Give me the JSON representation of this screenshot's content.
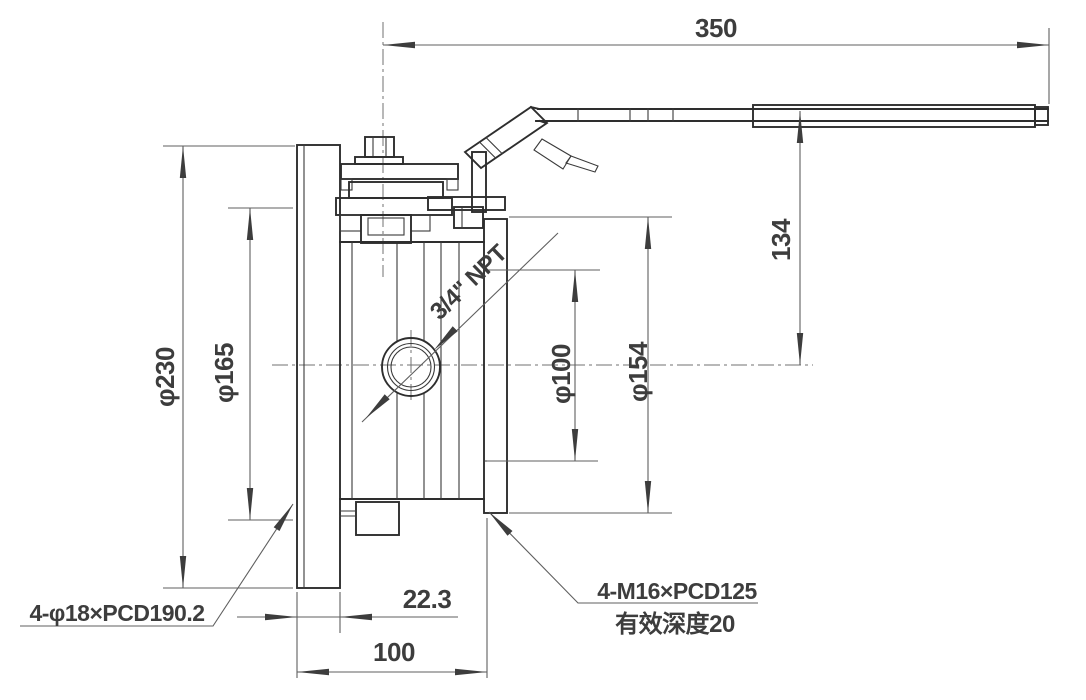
{
  "drawing": {
    "type": "flanged-ball-valve-side-view",
    "dimensions": {
      "handle_length": "350",
      "handle_height_above_center": "134",
      "flange_outer_diameter": "φ230",
      "flange_raised_face_diameter": "φ165",
      "port_recess_diameter": "φ100",
      "mounting_boss_diameter": "φ154",
      "flange_thickness": "22.3",
      "body_length": "100"
    },
    "labels": {
      "side_port": "3/4\" NPT",
      "flange_bolt_pattern": "4-φ18×PCD190.2",
      "boss_bolt_pattern": "4-M16×PCD125",
      "boss_thread_depth_note": "有效深度20"
    },
    "colors": {
      "line": "#2e2e2e",
      "dimension_line": "#5f5f5f",
      "text": "#3d3d3d",
      "background": "#ffffff"
    }
  }
}
